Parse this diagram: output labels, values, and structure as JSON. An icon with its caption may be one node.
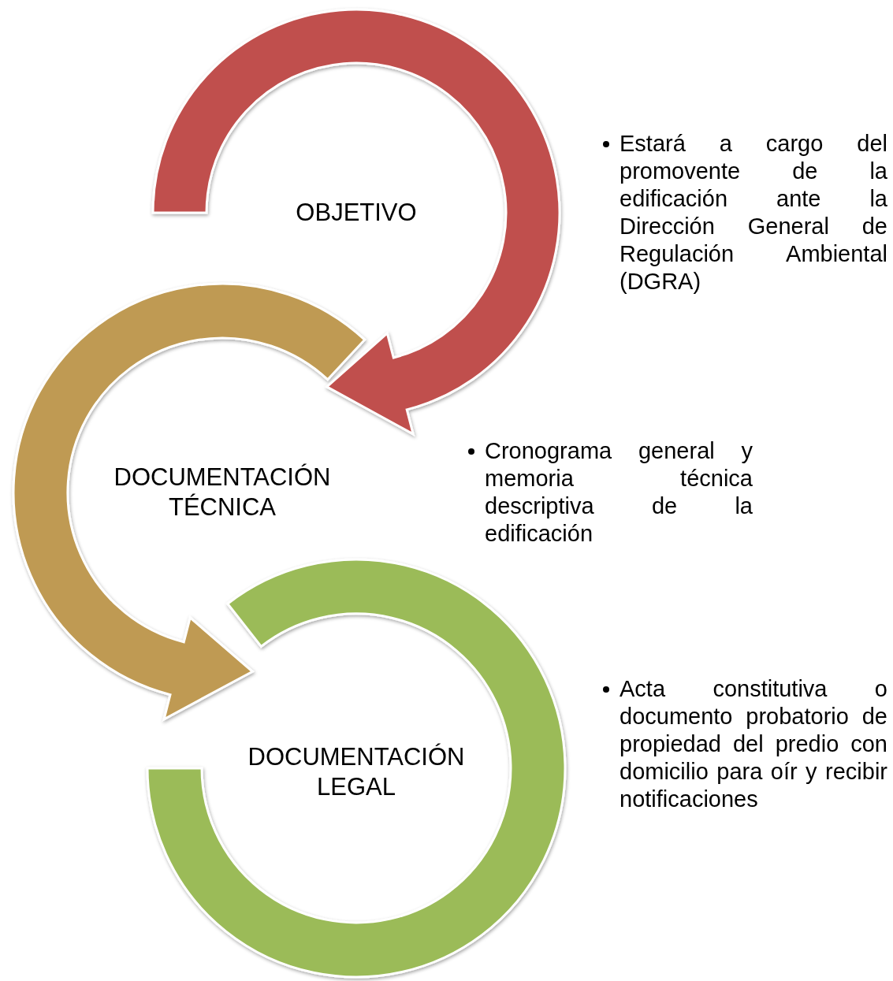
{
  "diagram": {
    "nodes": [
      {
        "text": [
          "OBJETIVO"
        ]
      },
      {
        "text": [
          "DOCUMENTACIÓN TÉCNICA"
        ]
      },
      {
        "text": [
          "DOCUMENTACIÓN LEGAL"
        ]
      }
    ],
    "edges": [
      {
        "from": 0,
        "to": 1,
        "arrow": "to",
        "style": "thick",
        "color": "#c0504d"
      },
      {
        "from": 1,
        "to": 2,
        "arrow": "to",
        "style": "thick",
        "color": "#bf9a52"
      }
    ],
    "labels": [
      "Estará a cargo del promovente de la edificación ante la Dirección General de Regulación Ambiental (DGRA)",
      "Cronograma general y memoria técnica descriptiva de la edificación",
      "Acta constitutiva o documento probatorio de propiedad del predio con domicilio para oír y recibir notificaciones"
    ]
  }
}
